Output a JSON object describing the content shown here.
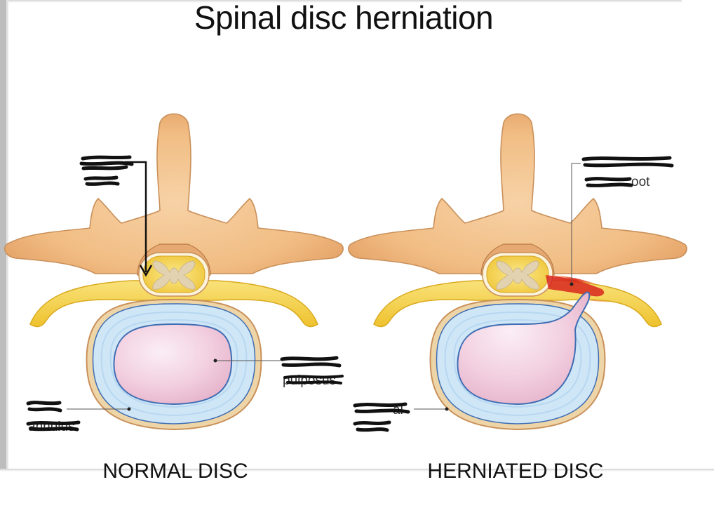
{
  "title": "Spinal disc herniation",
  "captions": {
    "normal": "NORMAL DISC",
    "herniated": "HERNIATED DISC"
  },
  "labels": {
    "nerve_root_partial": "oot",
    "nucleus_partial": "pulposus",
    "annulus_partial": "annulus",
    "vertebral_partial": "al"
  },
  "colors": {
    "bone": "#f2bf86",
    "bone_edge": "#c9905a",
    "nerve": "#f4d14a",
    "disc_outer": "#eed9b3",
    "annulus": "#cfe6f7",
    "nucleus": "#f1cde0",
    "inflammation": "#d8261c",
    "scribble": "#111111"
  }
}
